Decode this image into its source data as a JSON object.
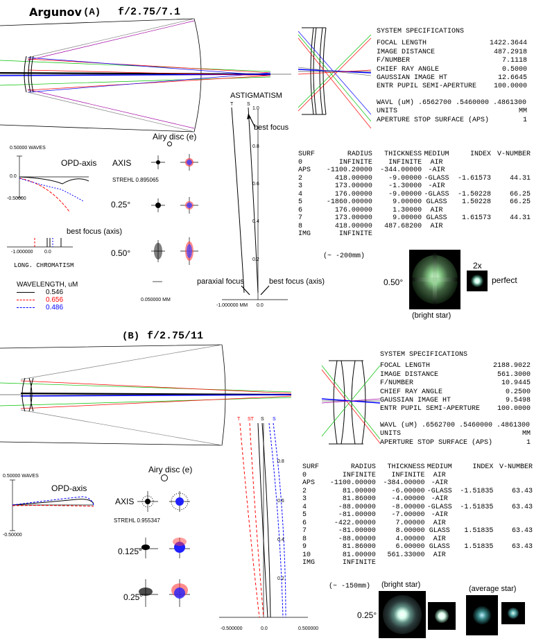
{
  "a": {
    "title": "Argunov",
    "variant": "(A)",
    "focal_ratio": "f/2.75/7.1",
    "spec": {
      "heading": "SYSTEM SPECIFICATIONS",
      "rows": [
        {
          "k": "FOCAL LENGTH",
          "v": "1422.3644"
        },
        {
          "k": "IMAGE DISTANCE",
          "v": "487.2918"
        },
        {
          "k": "F/NUMBER",
          "v": "7.1118"
        },
        {
          "k": "CHIEF RAY ANGLE",
          "v": "0.5000"
        },
        {
          "k": "GAUSSIAN IMAGE HT",
          "v": "12.6645"
        },
        {
          "k": "ENTR PUPIL SEMI-APERTURE",
          "v": "100.0000"
        }
      ],
      "wavl": "WAVL (uM) .6562700 .5460000 .4861300",
      "units_k": "UNITS",
      "units_v": "MM",
      "aps_k": "APERTURE STOP SURFACE (APS)",
      "aps_v": "1"
    },
    "table": {
      "headers": [
        "SURF",
        "RADIUS",
        "THICKNESS",
        "MEDIUM",
        "INDEX",
        "V-NUMBER"
      ],
      "rows": [
        [
          "0",
          "INFINITE",
          "INFINITE",
          "AIR",
          "",
          ""
        ],
        [
          "APS",
          "-1100.20000",
          "-344.00000",
          "-AIR",
          "",
          ""
        ],
        [
          "2",
          "418.00000",
          "-9.00000",
          "-GLASS",
          "-1.61573",
          "44.31"
        ],
        [
          "3",
          "173.00000",
          "-1.30000",
          "-AIR",
          "",
          ""
        ],
        [
          "4",
          "176.00000",
          "-9.00000",
          "-GLASS",
          "-1.50228",
          "66.25"
        ],
        [
          "5",
          "-1860.00000",
          "9.00000",
          "GLASS",
          "1.50228",
          "66.25"
        ],
        [
          "6",
          "176.00000",
          "1.30000",
          "AIR",
          "",
          ""
        ],
        [
          "7",
          "173.00000",
          "9.00000",
          "GLASS",
          "1.61573",
          "44.31"
        ],
        [
          "8",
          "418.00000",
          "487.68200",
          "AIR",
          "",
          ""
        ],
        [
          "IMG",
          "INFINITE",
          "",
          "",
          "",
          ""
        ]
      ],
      "note": "(~ -200mm)"
    },
    "opd_scale": "0.50000 WAVES",
    "opd_zero": "0.0",
    "opd_min": "-0.50000",
    "opd_label": "OPD-axis",
    "airy_label": "Airy disc (e)",
    "axis_label": "AXIS",
    "strehl": "STREHL 0.895065",
    "field1": "0.25°",
    "field2": "0.50°",
    "spot_scale": "0.050000 MM",
    "chrom_label": "LONG. CHROMATISM",
    "chrom_tick_left": "-1.000000",
    "chrom_tick_mid": "0.0",
    "best_focus_axis": "best focus (axis)",
    "wavelength_title": "WAVELENGTH, uM",
    "wavelengths": [
      {
        "label": "0.546",
        "color": "#000000"
      },
      {
        "label": "0.656",
        "color": "#ff0000"
      },
      {
        "label": "0.486",
        "color": "#0000ff"
      }
    ],
    "astig_title": "ASTIGMATISM",
    "astig_t": "T",
    "astig_s": "S",
    "astig_ticks": [
      "1.0",
      "0.8",
      "0.6",
      "0.4",
      "0.2"
    ],
    "astig_bottom_left": "-1.000000 MM",
    "astig_bottom_zero": "0.0",
    "best_focus": "best focus",
    "paraxial_focus": "paraxial focus",
    "best_focus_axis2": "best focus (axis)",
    "star_field": "0.50°",
    "mag_label": "2x",
    "perfect_label": "perfect",
    "bright_star": "(bright star)"
  },
  "b": {
    "variant": "(B)",
    "focal_ratio": "f/2.75/11",
    "spec": {
      "heading": "SYSTEM SPECIFICATIONS",
      "rows": [
        {
          "k": "FOCAL LENGTH",
          "v": "2188.9022"
        },
        {
          "k": "IMAGE DISTANCE",
          "v": "561.3000"
        },
        {
          "k": "F/NUMBER",
          "v": "10.9445"
        },
        {
          "k": "CHIEF RAY ANGLE",
          "v": "0.2500"
        },
        {
          "k": "GAUSSIAN IMAGE HT",
          "v": "9.5498"
        },
        {
          "k": "ENTR PUPIL SEMI-APERTURE",
          "v": "100.0000"
        }
      ],
      "wavl": "WAVL (uM) .6562700 .5460000 .4861300",
      "units_k": "UNITS",
      "units_v": "MM",
      "aps_k": "APERTURE STOP SURFACE (APS)",
      "aps_v": "1"
    },
    "table": {
      "headers": [
        "SURF",
        "RADIUS",
        "THICKNESS",
        "MEDIUM",
        "INDEX",
        "V-NUMBER"
      ],
      "rows": [
        [
          "0",
          "INFINITE",
          "INFINITE",
          "AIR",
          "",
          ""
        ],
        [
          "APS",
          "-1100.00000",
          "-384.00000",
          "-AIR",
          "",
          ""
        ],
        [
          "2",
          "81.00000",
          "-6.00000",
          "-GLASS",
          "-1.51835",
          "63.43"
        ],
        [
          "3",
          "81.86000",
          "-4.00000",
          "-AIR",
          "",
          ""
        ],
        [
          "4",
          "-88.00000",
          "-8.00000",
          "-GLASS",
          "-1.51835",
          "63.43"
        ],
        [
          "5",
          "-81.00000",
          "-7.00000",
          "-AIR",
          "",
          ""
        ],
        [
          "6",
          "-422.00000",
          "7.00000",
          "AIR",
          "",
          ""
        ],
        [
          "7",
          "-81.00000",
          "8.00000",
          "GLASS",
          "1.51835",
          "63.43"
        ],
        [
          "8",
          "-88.00000",
          "4.00000",
          "AIR",
          "",
          ""
        ],
        [
          "9",
          "81.86000",
          "6.00000",
          "GLASS",
          "1.51835",
          "63.43"
        ],
        [
          "10",
          "81.00000",
          "561.33000",
          "AIR",
          "",
          ""
        ],
        [
          "IMG",
          "INFINITE",
          "",
          "",
          "",
          ""
        ]
      ],
      "note": "(~ -150mm)"
    },
    "opd_scale": "0.50000 WAVES",
    "opd_min": "-0.50000",
    "opd_label": "OPD-axis",
    "airy_label": "Airy disc (e)",
    "axis_label": "AXIS",
    "strehl": "STREHL 0.955347",
    "field1": "0.125°",
    "field2": "0.25°",
    "astig_labels": [
      "T",
      "ST",
      "S",
      "S"
    ],
    "astig_ticks": [
      "0.8",
      "0.6",
      "0.4",
      "0.2"
    ],
    "astig_bottom_left": "-0.500000",
    "astig_bottom_zero": "0.0",
    "astig_bottom_right": "0.500000",
    "bright_star": "(bright star)",
    "average_star": "(average star)",
    "star_field": "0.25°"
  }
}
